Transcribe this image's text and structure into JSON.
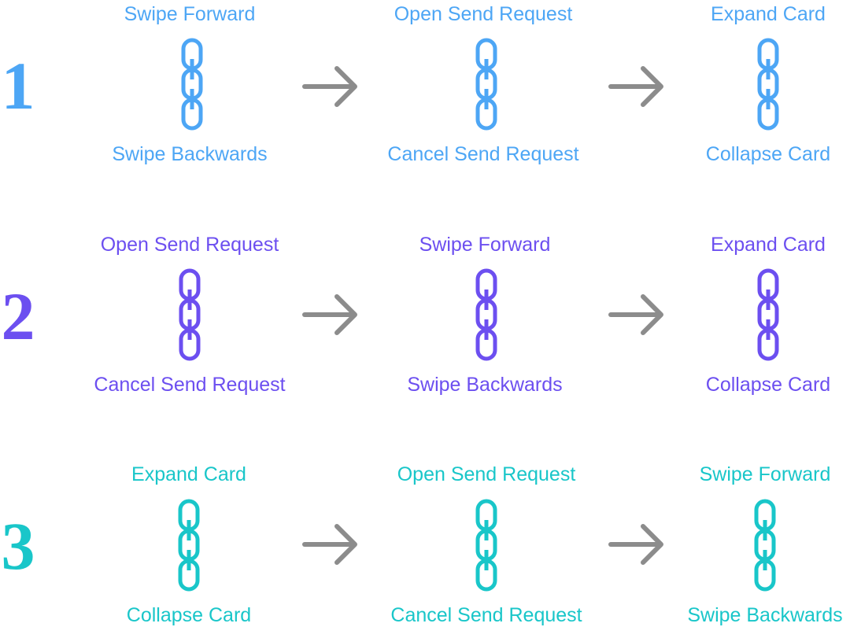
{
  "rows": [
    {
      "number": "1",
      "color": "#4da6f5",
      "steps": [
        {
          "top": "Swipe Forward",
          "bottom": "Swipe Backwards"
        },
        {
          "top": "Open Send Request",
          "bottom": "Cancel Send Request"
        },
        {
          "top": "Expand Card",
          "bottom": "Collapse Card"
        }
      ]
    },
    {
      "number": "2",
      "color": "#6c4ff0",
      "steps": [
        {
          "top": "Open Send Request",
          "bottom": "Cancel Send Request"
        },
        {
          "top": "Swipe Forward",
          "bottom": "Swipe Backwards"
        },
        {
          "top": "Expand Card",
          "bottom": "Collapse Card"
        }
      ]
    },
    {
      "number": "3",
      "color": "#19c6c9",
      "steps": [
        {
          "top": "Expand Card",
          "bottom": "Collapse Card"
        },
        {
          "top": "Open Send Request",
          "bottom": "Cancel Send Request"
        },
        {
          "top": "Swipe Forward",
          "bottom": "Swipe Backwards"
        }
      ]
    }
  ],
  "arrow_color": "#8c8c8c",
  "icons": {
    "step": "chain-link-icon",
    "transition": "arrow-right-icon"
  }
}
